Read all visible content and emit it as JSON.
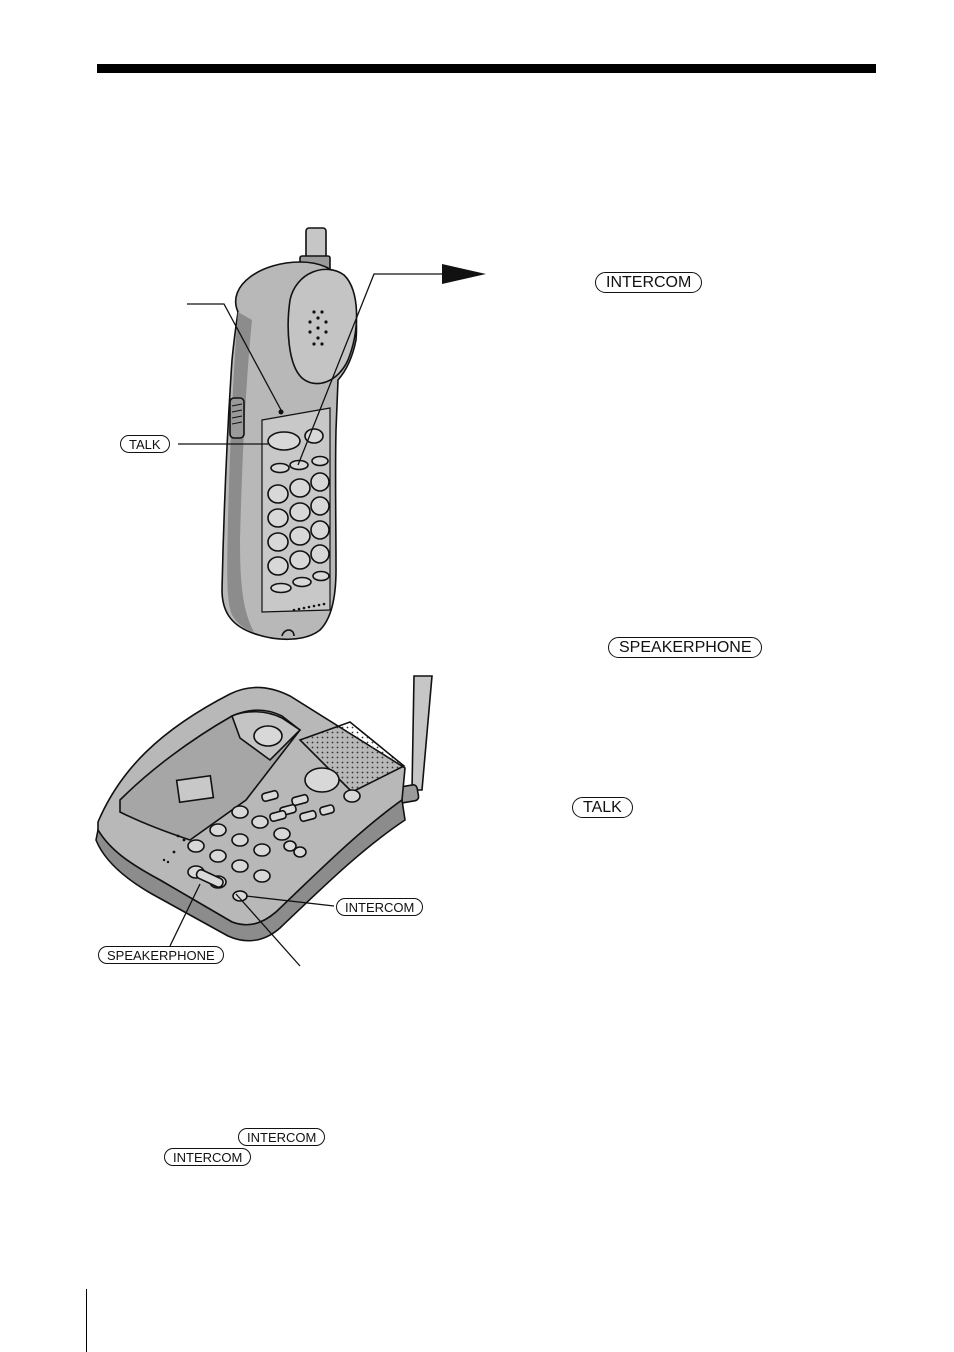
{
  "keys": {
    "intercom": "INTERCOM",
    "talk": "TALK",
    "speakerphone": "SPEAKERPHONE"
  },
  "colors": {
    "device_gray": "#b8b8b8",
    "device_dark": "#8c8c8c",
    "key_light": "#d4d4d4",
    "ink": "#111111"
  },
  "icons": {
    "handset": "cordless-handset-illustration",
    "base": "base-unit-illustration",
    "pointer": "arrow-right-icon"
  }
}
